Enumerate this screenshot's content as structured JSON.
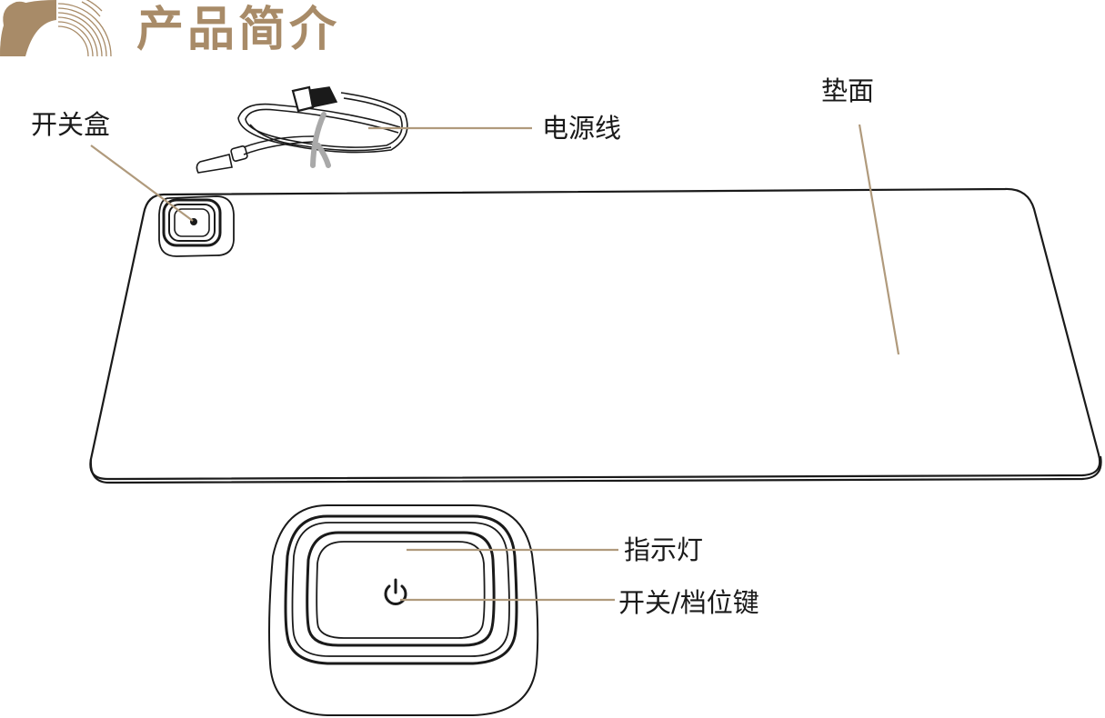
{
  "header": {
    "title": "产品简介",
    "logo_icon": "bear-arc-logo-icon"
  },
  "labels": {
    "switch_box": "开关盒",
    "power_cord": "电源线",
    "mat_surface": "垫面",
    "indicator_light": "指示灯",
    "power_level_key": "开关/档位键"
  },
  "colors": {
    "accent": "#a88b68",
    "leader": "#b09a7c",
    "outline": "#1a1a1a",
    "tie": "#a9a9a9"
  }
}
